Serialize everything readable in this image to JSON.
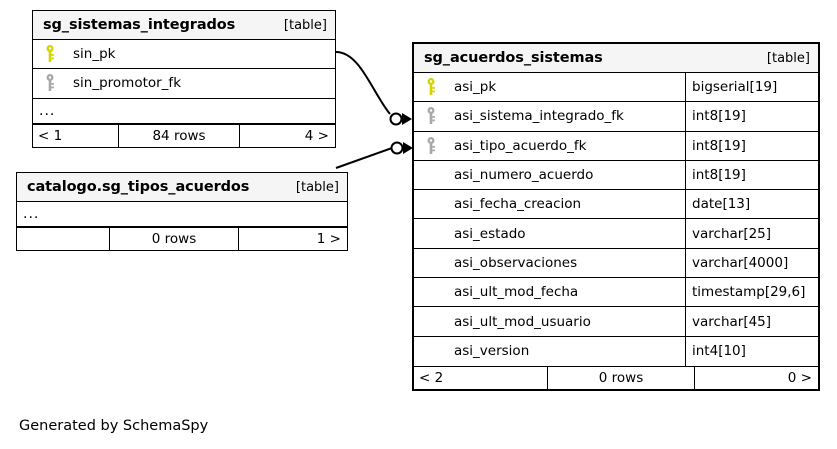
{
  "page": {
    "credit": "Generated by SchemaSpy",
    "table_tag": "[table]",
    "ellipsis": "...",
    "colors": {
      "primary_key": "#d4d400",
      "foreign_key": "#a0a0a0",
      "header_bg": "#f5f5f5",
      "border": "#000000",
      "background": "#ffffff"
    }
  },
  "entities": [
    {
      "id": "sg_sistemas_integrados",
      "name": "sg_sistemas_integrados",
      "tag": "[table]",
      "columns": [
        {
          "name": "sin_pk",
          "key": "primary",
          "type": ""
        },
        {
          "name": "sin_promotor_fk",
          "key": "foreign",
          "type": ""
        }
      ],
      "has_ellipsis": true,
      "footer": {
        "prev": "< 1",
        "rows": "84 rows",
        "next": "4 >"
      }
    },
    {
      "id": "catalogo.sg_tipos_acuerdos",
      "name": "catalogo.sg_tipos_acuerdos",
      "tag": "[table]",
      "columns": [],
      "has_ellipsis": true,
      "footer": {
        "prev": "",
        "rows": "0 rows",
        "next": "1 >"
      }
    },
    {
      "id": "sg_acuerdos_sistemas",
      "name": "sg_acuerdos_sistemas",
      "tag": "[table]",
      "columns": [
        {
          "name": "asi_pk",
          "key": "primary",
          "type": "bigserial[19]"
        },
        {
          "name": "asi_sistema_integrado_fk",
          "key": "foreign",
          "type": "int8[19]"
        },
        {
          "name": "asi_tipo_acuerdo_fk",
          "key": "foreign",
          "type": "int8[19]"
        },
        {
          "name": "asi_numero_acuerdo",
          "key": "none",
          "type": "int8[19]"
        },
        {
          "name": "asi_fecha_creacion",
          "key": "none",
          "type": "date[13]"
        },
        {
          "name": "asi_estado",
          "key": "none",
          "type": "varchar[25]"
        },
        {
          "name": "asi_observaciones",
          "key": "none",
          "type": "varchar[4000]"
        },
        {
          "name": "asi_ult_mod_fecha",
          "key": "none",
          "type": "timestamp[29,6]"
        },
        {
          "name": "asi_ult_mod_usuario",
          "key": "none",
          "type": "varchar[45]"
        },
        {
          "name": "asi_version",
          "key": "none",
          "type": "int4[10]"
        }
      ],
      "has_ellipsis": false,
      "footer": {
        "prev": "< 2",
        "rows": "0 rows",
        "next": "0 >"
      }
    }
  ],
  "relationships": [
    {
      "from": "sg_sistemas_integrados.sin_pk",
      "to": "sg_acuerdos_sistemas.asi_sistema_integrado_fk"
    },
    {
      "from": "catalogo.sg_tipos_acuerdos",
      "to": "sg_acuerdos_sistemas.asi_tipo_acuerdo_fk"
    }
  ]
}
